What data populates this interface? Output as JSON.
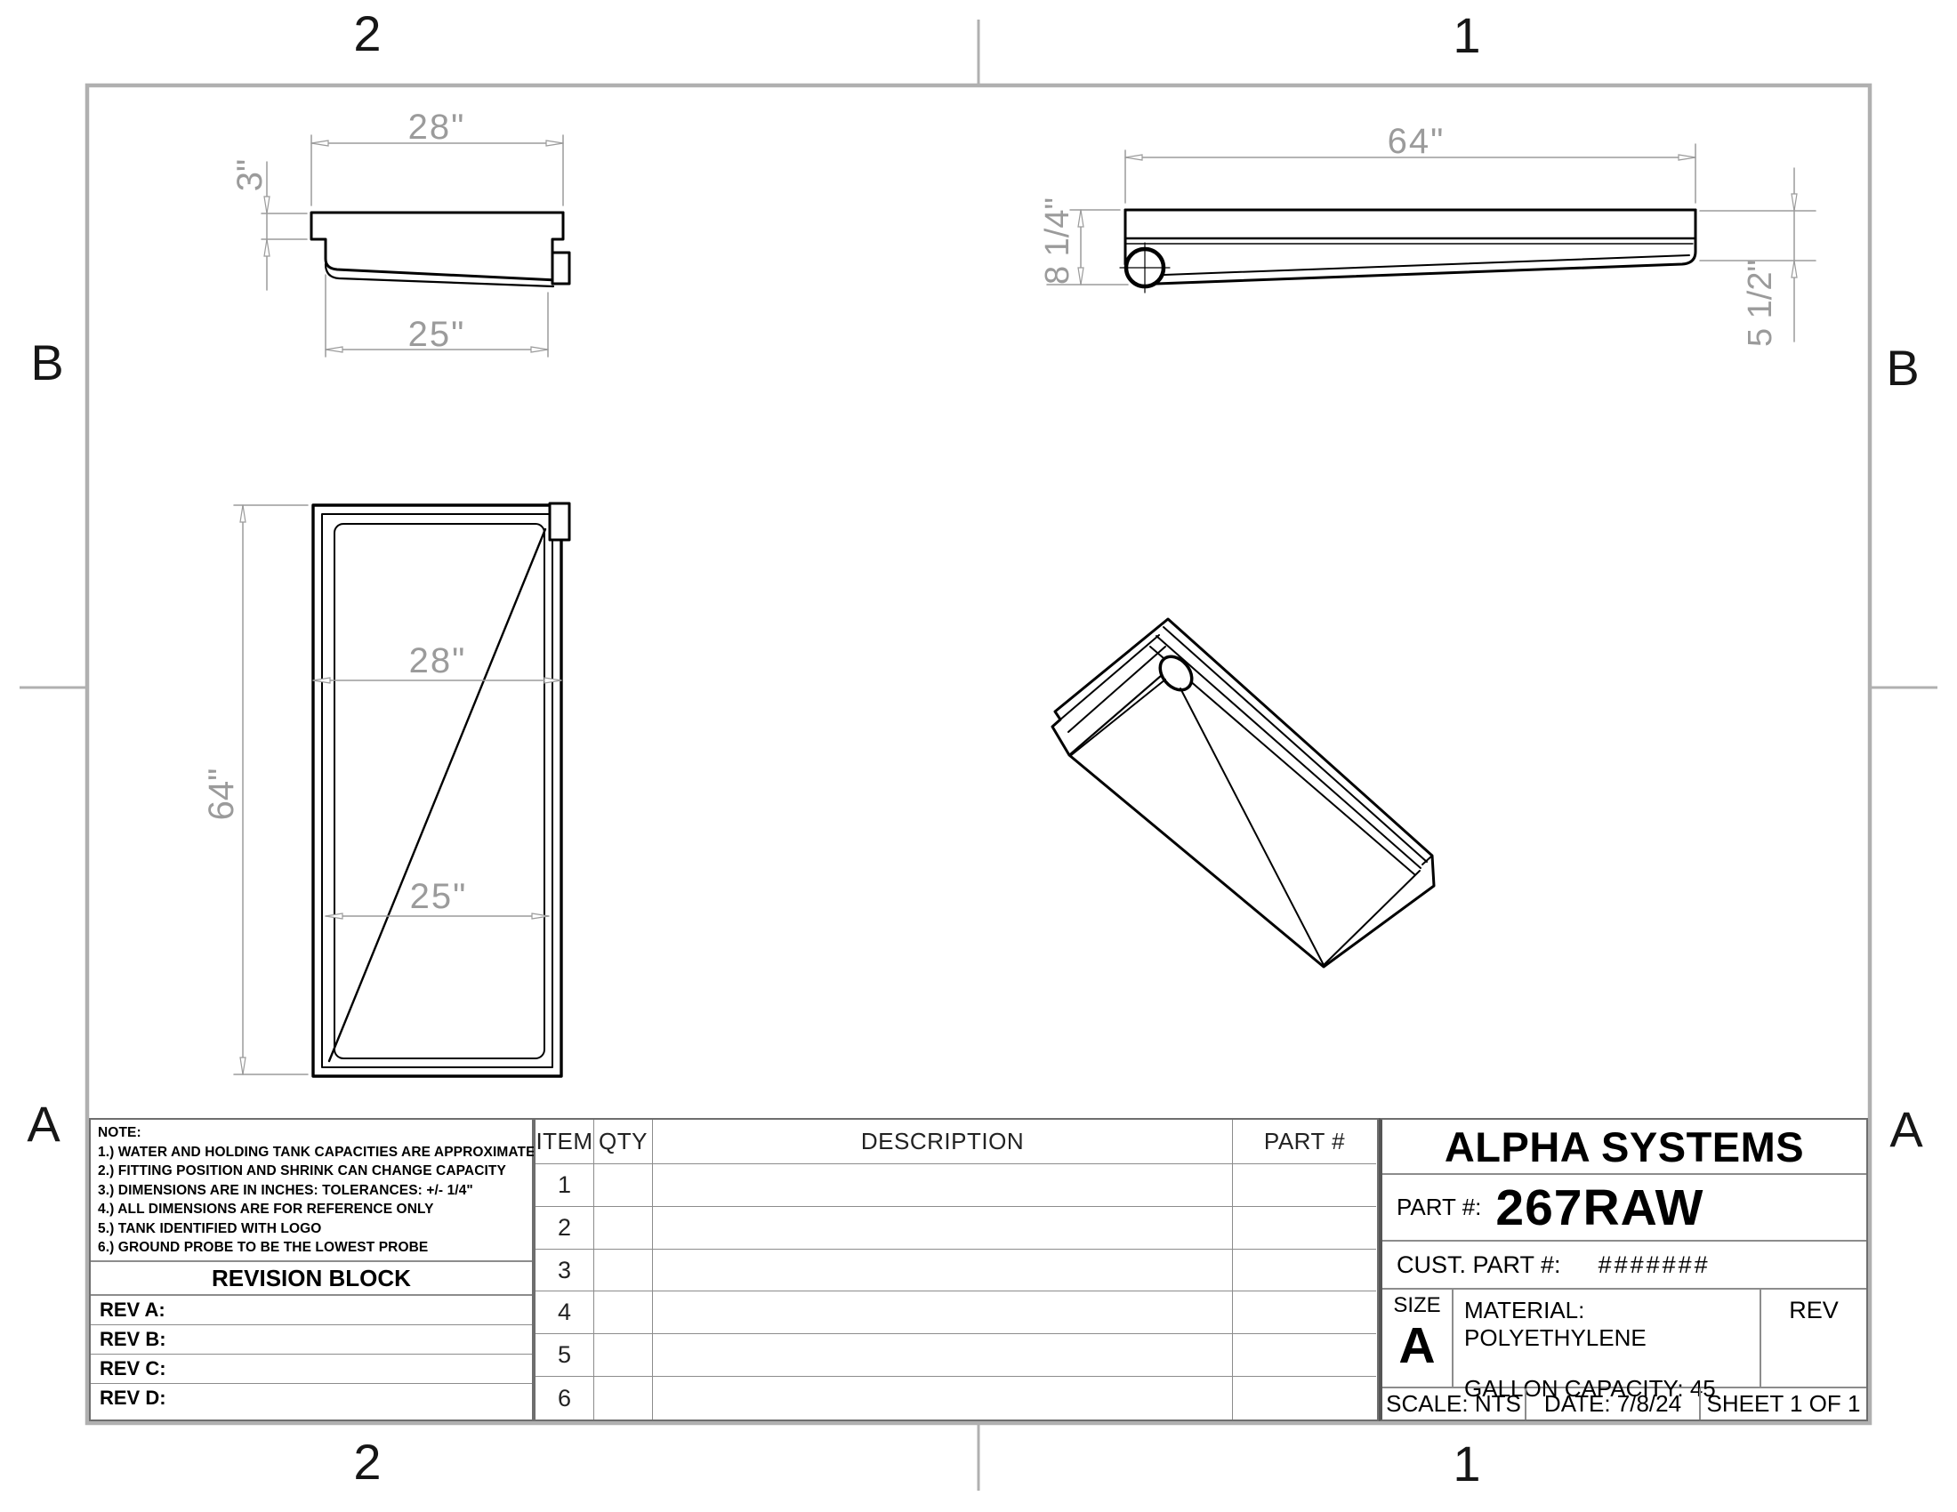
{
  "page": {
    "border_color": "#b0b0b0",
    "line_color": "#000000",
    "dim_color": "#9b9b9b"
  },
  "zones": {
    "top_left": "2",
    "top_right": "1",
    "bottom_left": "2",
    "bottom_right": "1",
    "left_upper": "B",
    "left_lower": "A",
    "right_upper": "B",
    "right_lower": "A"
  },
  "dimensions": {
    "front_width": "28\"",
    "front_lip_height": "3\"",
    "front_bottom_width": "25\"",
    "side_length": "64\"",
    "side_left_height": "8 1/4\"",
    "side_right_height": "5 1/2\"",
    "plan_length": "64\"",
    "plan_top_width": "28\"",
    "plan_bottom_width": "25\""
  },
  "notes": {
    "title": "NOTE:",
    "items": [
      "1.) WATER AND HOLDING TANK CAPACITIES ARE APPROXIMATE",
      "2.) FITTING POSITION AND SHRINK CAN CHANGE CAPACITY",
      "3.) DIMENSIONS ARE IN INCHES: TOLERANCES: +/-  1/4\"",
      "4.) ALL DIMENSIONS ARE FOR REFERENCE ONLY",
      "5.) TANK IDENTIFIED WITH LOGO",
      "6.) GROUND PROBE TO BE THE LOWEST PROBE"
    ]
  },
  "revision_block": {
    "title": "REVISION BLOCK",
    "rows": [
      "REV A:",
      "REV B:",
      "REV C:",
      "REV D:"
    ]
  },
  "bom": {
    "headers": [
      "ITEM",
      "QTY",
      "DESCRIPTION",
      "PART #"
    ],
    "items": [
      "1",
      "2",
      "3",
      "4",
      "5",
      "6"
    ]
  },
  "title_block": {
    "company": "ALPHA SYSTEMS",
    "part_label": "PART #:",
    "part_number": "267RAW",
    "cust_part_label": "CUST. PART #:",
    "cust_part_value": "#######",
    "size_label": "SIZE",
    "size_value": "A",
    "material": "MATERIAL: POLYETHYLENE",
    "capacity": "GALLON CAPACITY: 45",
    "rev_label": "REV",
    "scale": "SCALE: NTS",
    "date": "DATE: 7/8/24",
    "sheet": "SHEET 1 OF 1"
  }
}
